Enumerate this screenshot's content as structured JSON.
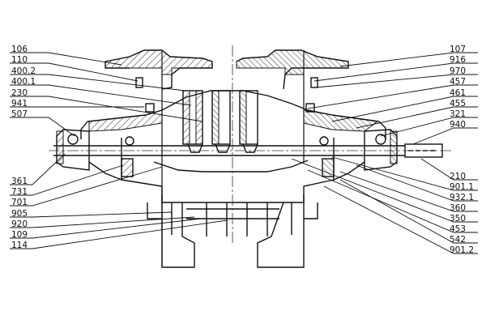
{
  "drawing": {
    "left_callouts": [
      "106",
      "110",
      "400.2",
      "400.1",
      "230",
      "941",
      "507",
      "361",
      "731",
      "701",
      "905",
      "920",
      "109",
      "114"
    ],
    "right_callouts": [
      "107",
      "916",
      "970",
      "457",
      "461",
      "455",
      "321",
      "940",
      "210",
      "901.1",
      "932.1",
      "360",
      "350",
      "453",
      "542",
      "901.2"
    ]
  },
  "colors": {
    "line": "#111111",
    "hatch": "#555555",
    "background": "#ffffff"
  }
}
